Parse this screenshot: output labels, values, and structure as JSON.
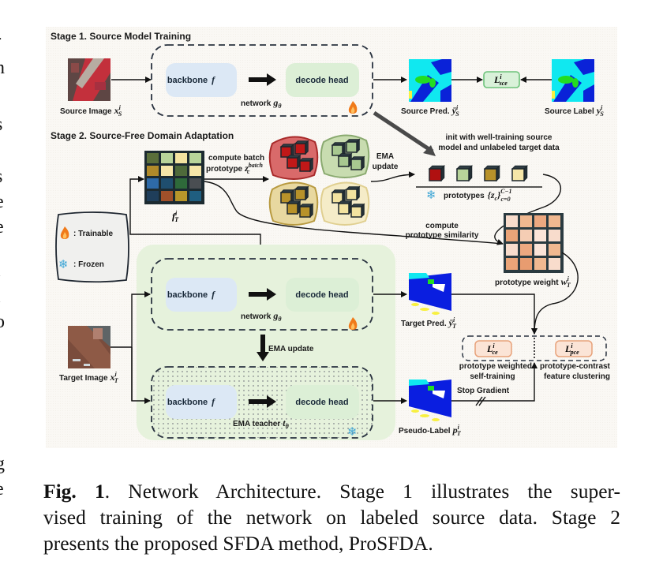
{
  "margin_fragments": [
    "-",
    "n",
    ",",
    "s",
    ".",
    "s",
    "e",
    "e",
    "l",
    "l",
    "o",
    ".",
    ",",
    "g",
    "e",
    "."
  ],
  "stage1": {
    "title": "Stage 1. Source Model Training",
    "source_image": {
      "label": "Source Image",
      "base": "x",
      "sup": "i",
      "sub": "S"
    },
    "backbone": "backbone",
    "backbone_sym": "f",
    "decode_head": "decode head",
    "network": {
      "label": "network",
      "base": "g",
      "sub": "θ"
    },
    "source_pred": {
      "label": "Source Pred.",
      "base": "ȳ",
      "sup": "i",
      "sub": "S"
    },
    "loss": {
      "base": "L",
      "sup": "i",
      "sub": "sce"
    },
    "source_label": {
      "label": "Source Label",
      "base": "y",
      "sup": "i",
      "sub": "S"
    }
  },
  "stage2": {
    "title": "Stage 2. Source-Free Domain Adaptation",
    "feature": {
      "base": "f",
      "sup": "i",
      "sub": "T"
    },
    "compute_batch": {
      "line1": "compute batch",
      "line2": "prototype",
      "base": "z",
      "sup": "batch",
      "sub": "c"
    },
    "ema_update_proto": {
      "line1": "EMA",
      "line2": "update"
    },
    "init_note": {
      "line1": "init with well-training source",
      "line2": "model and unlabeled target data"
    },
    "prototypes": {
      "label": "prototypes",
      "expr": "{z",
      "sub_c": "c",
      "close": "}",
      "sup": "C−1",
      "sub": "c=0"
    },
    "compute_similarity": {
      "line1": "compute",
      "line2": "prototype similarity"
    },
    "prototype_weight": {
      "label": "prototype weight",
      "base": "w",
      "sup": "i",
      "sub": "T"
    },
    "legend": {
      "trainable": ": Trainable",
      "frozen": ": Frozen"
    },
    "student": {
      "backbone": "backbone",
      "backbone_sym": "f",
      "decode_head": "decode head",
      "label": "network",
      "base": "g",
      "sub": "θ"
    },
    "ema_update": "EMA update",
    "teacher": {
      "backbone": "backbone",
      "backbone_sym": "f",
      "decode_head": "decode head",
      "label": "EMA teacher",
      "base": "t",
      "sub": "θ"
    },
    "target_image": {
      "label": "Target Image",
      "base": "x",
      "sup": "i",
      "sub": "T"
    },
    "target_pred": {
      "label": "Target Pred.",
      "base": "ȳ",
      "sup": "i",
      "sub": "T"
    },
    "pseudo_label": {
      "label": "Pseudo-Label",
      "base": "p",
      "sup": "i",
      "sub": "T"
    },
    "stop_gradient": "Stop Gradient",
    "loss_ce": {
      "base": "L",
      "sup": "i",
      "sub": "ce"
    },
    "loss_pce": {
      "base": "L",
      "sup": "i",
      "sub": "pce"
    },
    "loss_ce_desc": {
      "line1": "prototype weighted",
      "line2": "self-training"
    },
    "loss_pce_desc": {
      "line1": "prototype-contrast",
      "line2": "feature clustering"
    }
  },
  "icons": {
    "trainable": "flame-icon",
    "frozen": "snowflake-icon",
    "snowflake_glyph": "❄"
  },
  "colors": {
    "backbone": "#dce8f5",
    "decode_head": "#dcefd6",
    "stage2_panel": "#e6f2dc",
    "loss_sce_border": "#6cc27a",
    "loss_target_border": "#e8a27a",
    "flame": "#f07a1a",
    "snowflake": "#3ea6d6"
  },
  "caption": {
    "fig_label": "Fig. 1",
    "line1_rest": ". Network Architecture. Stage 1 illustrates the super-",
    "line2": "vised training of the network on labeled source data. Stage 2",
    "line3": "presents the proposed SFDA method, ProSFDA."
  }
}
